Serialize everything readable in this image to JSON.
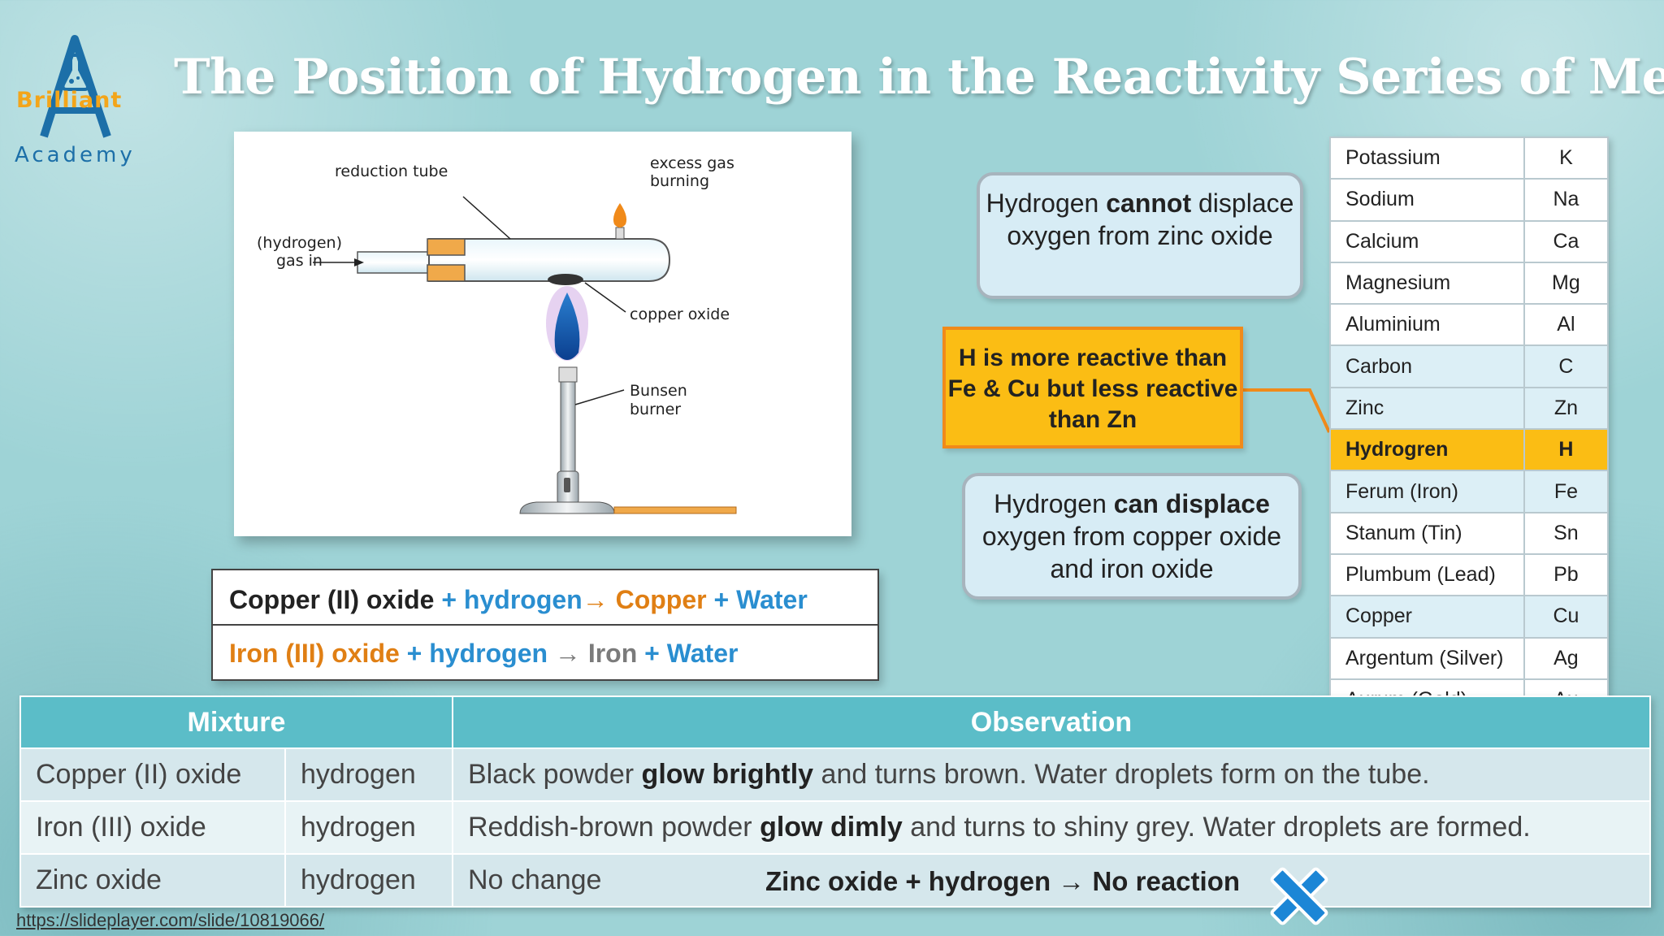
{
  "logo": {
    "brand": "Brilliant",
    "sub": "Academy"
  },
  "title": "The Position of Hydrogen in the Reactivity Series of Metal",
  "diagram": {
    "labels": {
      "reduction_tube": "reduction tube",
      "excess_gas_1": "excess gas",
      "excess_gas_2": "burning",
      "hydrogen_1": "(hydrogen)",
      "hydrogen_2": "gas in",
      "copper_oxide": "copper oxide",
      "bunsen_1": "Bunsen",
      "bunsen_2": "burner"
    }
  },
  "equations": {
    "eq1": [
      {
        "text": "Copper (II) oxide",
        "color": "black"
      },
      {
        "text": " + hydrogen",
        "color": "blue"
      },
      {
        "text": "→ Copper",
        "color": "orange"
      },
      {
        "text": " + Water",
        "color": "blue"
      }
    ],
    "eq2": [
      {
        "text": "Iron (III) oxide",
        "color": "orange"
      },
      {
        "text": " + hydrogen ",
        "color": "blue"
      },
      {
        "text": "→ Iron",
        "color": "gray"
      },
      {
        "text": " + Water",
        "color": "blue"
      }
    ]
  },
  "callouts": {
    "cannot": {
      "pre": "Hydrogen ",
      "bold": "cannot",
      "post": " displace oxygen from zinc oxide"
    },
    "reactive": "H is more reactive than Fe & Cu but less reactive than Zn",
    "can": {
      "pre": "Hydrogen ",
      "bold": "can displace",
      "post": " oxygen from copper oxide and iron oxide"
    }
  },
  "reactivity_series": [
    {
      "name": "Potassium",
      "symbol": "K",
      "style": "white"
    },
    {
      "name": "Sodium",
      "symbol": "Na",
      "style": "white"
    },
    {
      "name": "Calcium",
      "symbol": "Ca",
      "style": "white"
    },
    {
      "name": "Magnesium",
      "symbol": "Mg",
      "style": "white"
    },
    {
      "name": "Aluminium",
      "symbol": "Al",
      "style": "white"
    },
    {
      "name": "Carbon",
      "symbol": "C",
      "style": "light"
    },
    {
      "name": "Zinc",
      "symbol": "Zn",
      "style": "light"
    },
    {
      "name": "Hydrogren",
      "symbol": "H",
      "style": "highlight"
    },
    {
      "name": "Ferum (Iron)",
      "symbol": "Fe",
      "style": "light"
    },
    {
      "name": "Stanum (Tin)",
      "symbol": "Sn",
      "style": "white"
    },
    {
      "name": "Plumbum (Lead)",
      "symbol": "Pb",
      "style": "white"
    },
    {
      "name": "Copper",
      "symbol": "Cu",
      "style": "light"
    },
    {
      "name": "Argentum (Silver)",
      "symbol": "Ag",
      "style": "white"
    },
    {
      "name": "Aurum (Gold)",
      "symbol": "Au",
      "style": "white"
    }
  ],
  "observation_table": {
    "headers": {
      "mixture": "Mixture",
      "observation": "Observation"
    },
    "rows": [
      {
        "oxide": "Copper (II) oxide",
        "reagent": "hydrogen",
        "pre": "Black powder ",
        "bold": "glow brightly",
        "post": " and turns brown. Water droplets form on the tube."
      },
      {
        "oxide": "Iron (III) oxide",
        "reagent": "hydrogen",
        "pre": "Reddish-brown powder ",
        "bold": "glow dimly",
        "post": " and turns to shiny grey. Water droplets are formed."
      },
      {
        "oxide": "Zinc oxide",
        "reagent": "hydrogen",
        "pre": "No change",
        "bold": "",
        "post": ""
      }
    ],
    "no_reaction": "Zinc oxide + hydrogen → No reaction"
  },
  "source": "https://slideplayer.com/slide/10819066/",
  "colors": {
    "accent_teal": "#5bbdc8",
    "highlight": "#fbbd14",
    "blue": "#2a8ed0",
    "orange": "#e07f14"
  }
}
